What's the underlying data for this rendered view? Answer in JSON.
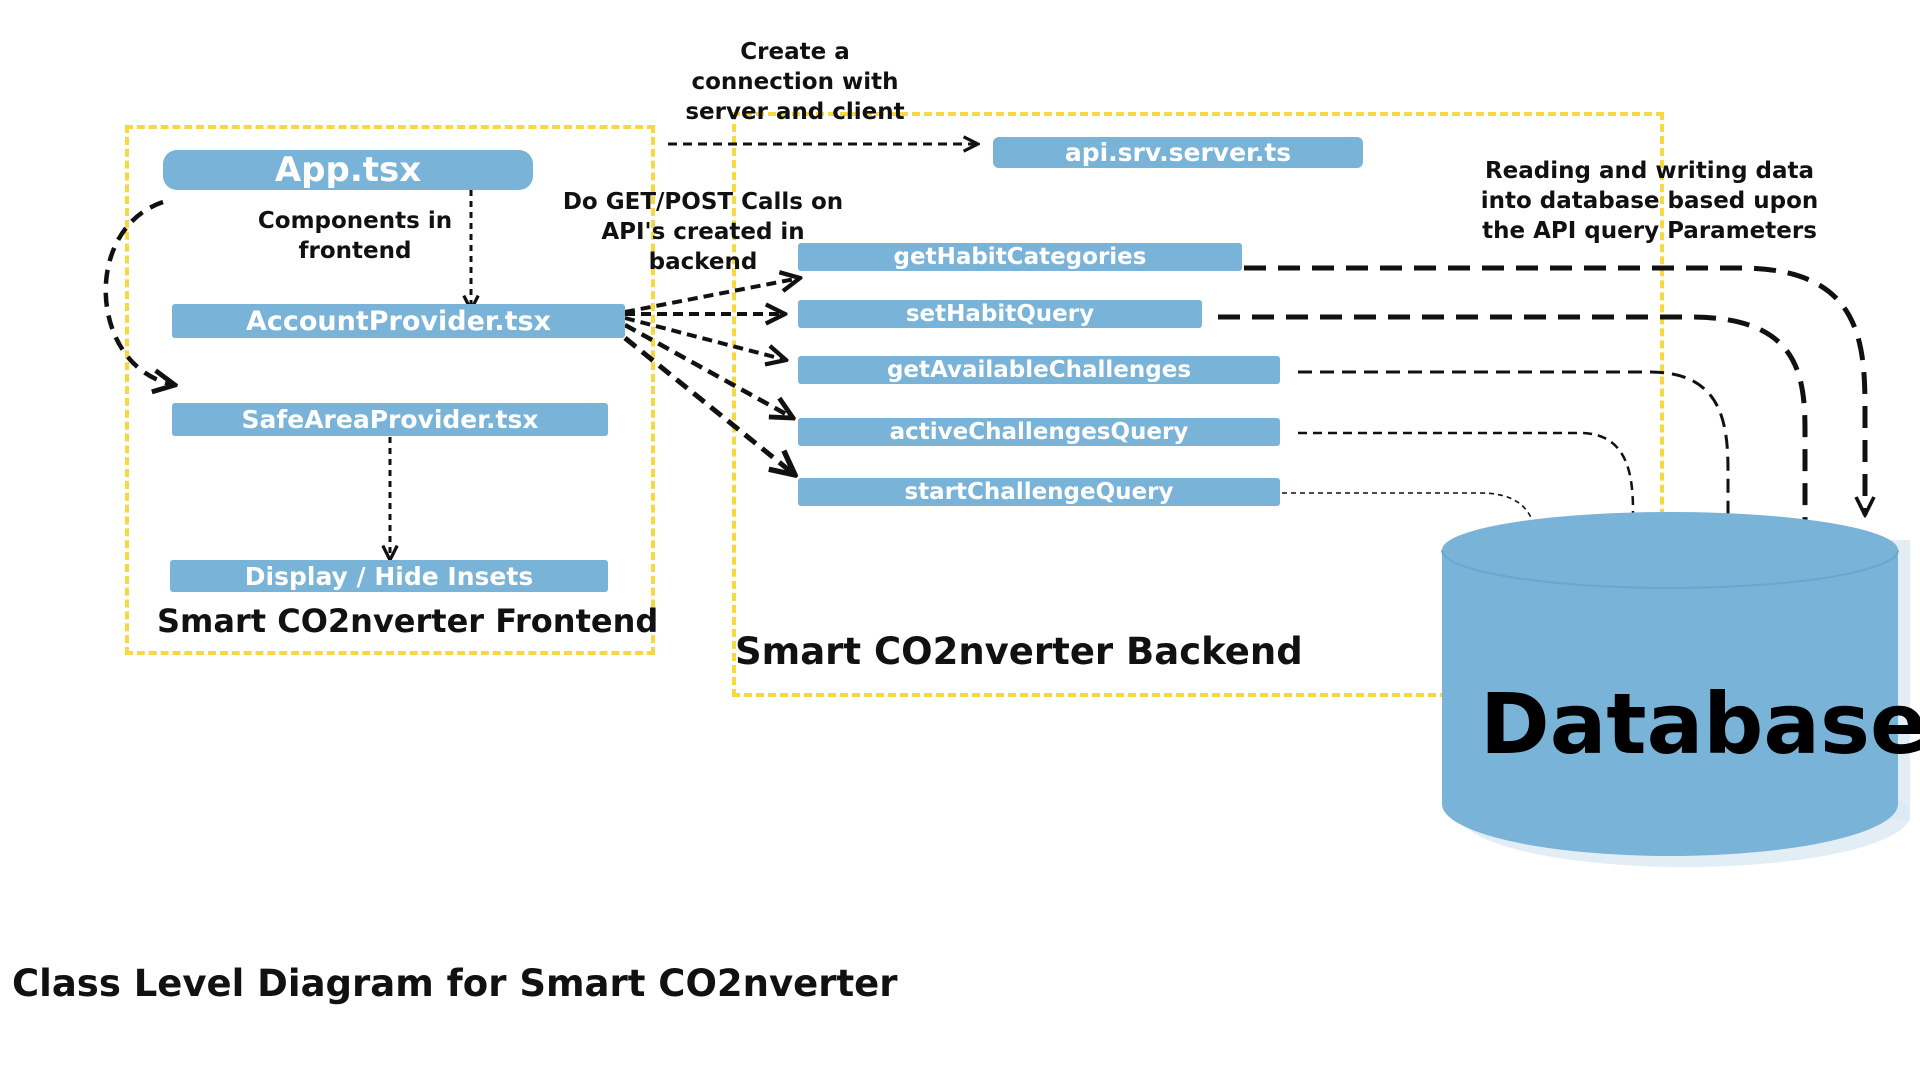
{
  "nodes": {
    "app": "App.tsx",
    "account_provider": "AccountProvider.tsx",
    "safe_area_provider": "SafeAreaProvider.tsx",
    "display_hide_insets": "Display / Hide Insets",
    "server": "api.srv.server.ts",
    "get_habit_categories": "getHabitCategories",
    "set_habit_query": "setHabitQuery",
    "get_available_challenges": "getAvailableChallenges",
    "active_challenges_query": "activeChallengesQuery",
    "start_challenge_query": "startChallengeQuery",
    "database": "Database"
  },
  "notes": {
    "connection": "Create a connection with server and client",
    "components": "Components in frontend",
    "api_calls": "Do GET/POST Calls on API's created in backend",
    "read_write": "Reading and writing data into database based upon the API query Parameters"
  },
  "groups": {
    "frontend": "Smart CO2nverter Frontend",
    "backend": "Smart CO2nverter Backend"
  },
  "caption": "Class Level Diagram for Smart CO2nverter",
  "colors": {
    "node_fill": "#7ab3d8",
    "frame_border": "#f7d840",
    "arrow": "#111111"
  }
}
